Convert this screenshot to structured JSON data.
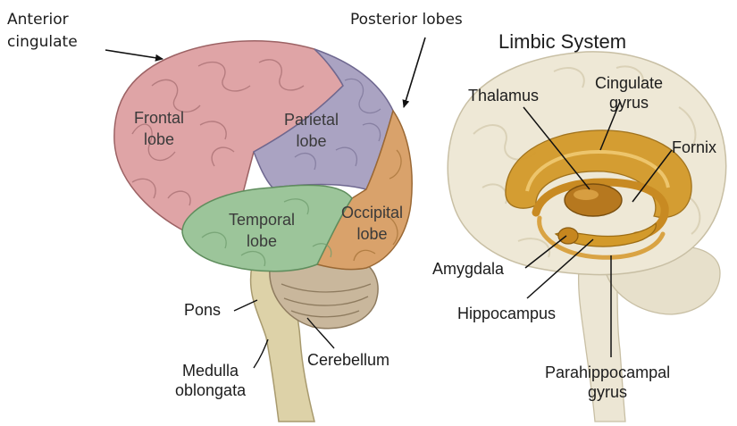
{
  "left_brain": {
    "annotations": {
      "anterior_cingulate": [
        "Anterior",
        "cingulate"
      ],
      "posterior_lobes": "Posterior lobes"
    },
    "lobes": {
      "frontal": [
        "Frontal",
        "lobe"
      ],
      "parietal": [
        "Parietal",
        "lobe"
      ],
      "temporal": [
        "Temporal",
        "lobe"
      ],
      "occipital": [
        "Occipital",
        "lobe"
      ]
    },
    "structures": {
      "pons": "Pons",
      "medulla": [
        "Medulla",
        "oblongata"
      ],
      "cerebellum": "Cerebellum"
    }
  },
  "limbic": {
    "title": "Limbic System",
    "labels": {
      "thalamus": "Thalamus",
      "cingulate_gyrus": [
        "Cingulate",
        "gyrus"
      ],
      "fornix": "Fornix",
      "amygdala": "Amygdala",
      "hippocampus": "Hippocampus",
      "parahippocampal_gyrus": [
        "Parahippocampal",
        "gyrus"
      ]
    }
  },
  "colors": {
    "frontal": "#dfa4a6",
    "parietal": "#aaa3c2",
    "temporal": "#9cc59a",
    "occipital": "#d9a26b",
    "stem": "#ddd2a8",
    "cerebellum": "#c9b79c",
    "limbic_brain": "#eee8d6",
    "limbic_gold": "#d39a2a"
  }
}
